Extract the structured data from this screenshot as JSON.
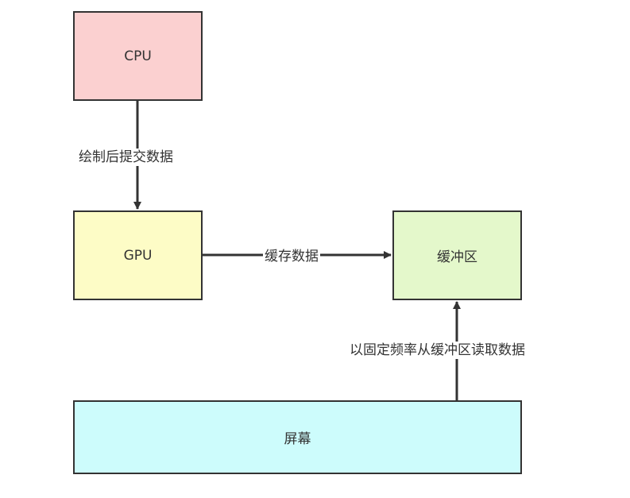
{
  "nodes": {
    "cpu": {
      "label": "CPU",
      "color": "#fbd0d0"
    },
    "gpu": {
      "label": "GPU",
      "color": "#fdfcc6"
    },
    "buffer": {
      "label": "缓冲区",
      "color": "#e4f8cb"
    },
    "screen": {
      "label": "屏幕",
      "color": "#cdfcfc"
    }
  },
  "edges": {
    "cpu_to_gpu": {
      "label": "绘制后提交数据"
    },
    "gpu_to_buffer": {
      "label": "缓存数据"
    },
    "screen_to_buffer": {
      "label": "以固定频率从缓冲区读取数据"
    }
  },
  "colors": {
    "stroke": "#333333",
    "text": "#333333"
  }
}
